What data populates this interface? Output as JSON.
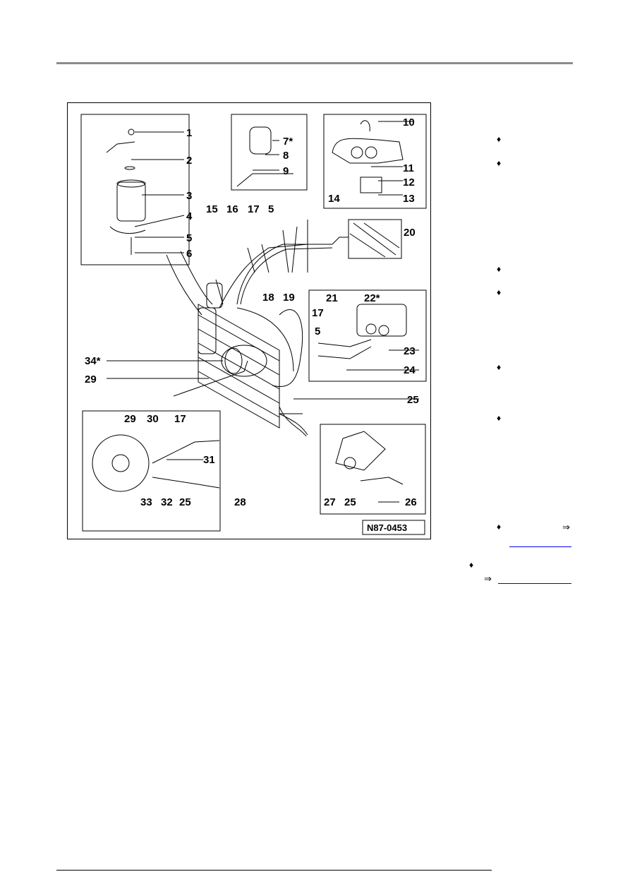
{
  "figure": {
    "code": "N87-0453",
    "callouts": [
      "1",
      "2",
      "3",
      "4",
      "5",
      "6",
      "7*",
      "8",
      "9",
      "10",
      "11",
      "12",
      "13",
      "14",
      "15",
      "16",
      "17",
      "5",
      "18",
      "19",
      "20",
      "21",
      "22*",
      "17",
      "5",
      "23",
      "24",
      "34*",
      "29",
      "25",
      "29",
      "30",
      "17",
      "31",
      "33",
      "32",
      "25",
      "28",
      "27",
      "25",
      "26"
    ]
  },
  "sidebar": {
    "bullet_symbol": "♦",
    "arrow_symbol": "⇒"
  }
}
